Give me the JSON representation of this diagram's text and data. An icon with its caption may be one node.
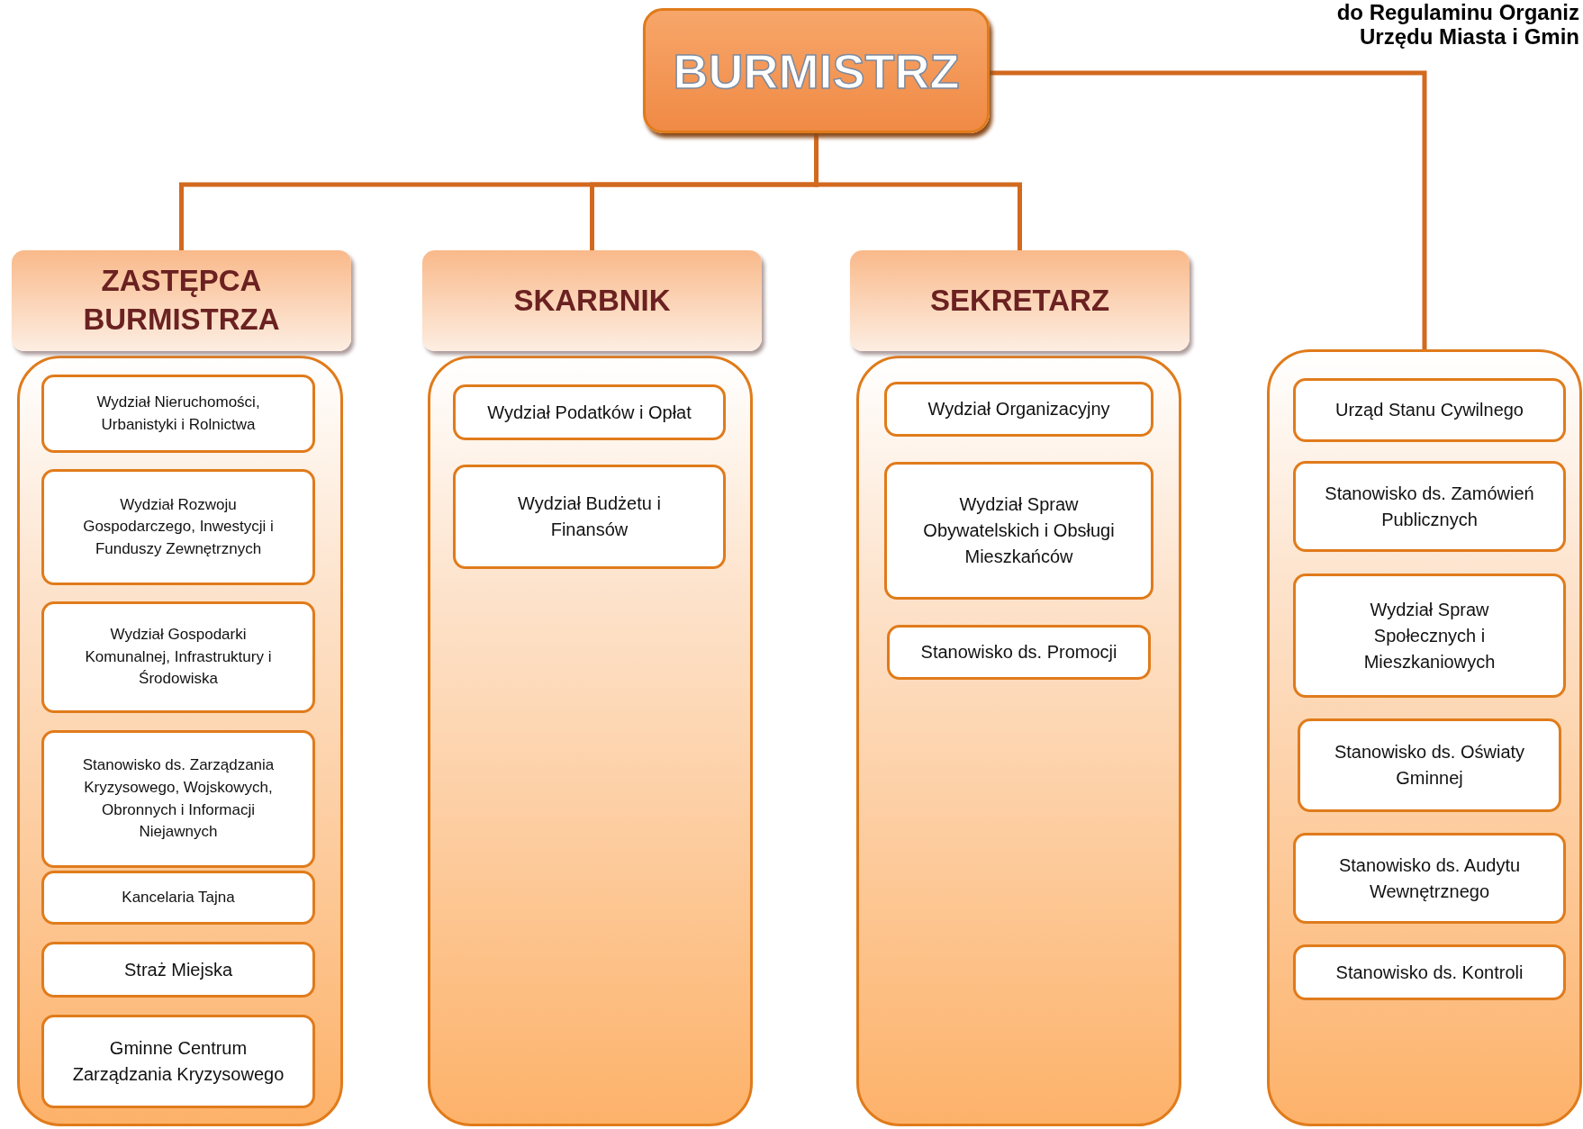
{
  "diagram": {
    "nodes": [
      {
        "text": [
          "BURMISTRZ"
        ]
      },
      {
        "text": [
          "ZASTĘPCA BURMISTRZA"
        ]
      },
      {
        "text": [],
        "shape": "box"
      },
      {
        "text": [
          "Wydział Nieruchomości, Urbanistyki i Rolnictwa"
        ],
        "in": 2
      },
      {
        "text": [
          "Wydział Rozwoju Gospodarczego, Inwestycji i Funduszy Zewnętrznych"
        ],
        "in": 2
      },
      {
        "text": [
          "Wydział Gospodarki Komunalnej, Infrastruktury i Środowiska"
        ],
        "in": 2
      },
      {
        "text": [
          "Stanowisko ds. Zarządzania Kryzysowego, Wojskowych, Obronnych i Informacji Niejawnych"
        ],
        "in": 2
      },
      {
        "text": [
          "Kancelaria Tajna"
        ],
        "in": 2
      },
      {
        "text": [
          "Straż Miejska"
        ],
        "in": 2
      },
      {
        "text": [
          "Gminne Centrum Zarządzania Kryzysowego"
        ],
        "in": 2
      },
      {
        "text": [
          "SKARBNIK"
        ]
      },
      {
        "text": [],
        "shape": "box"
      },
      {
        "text": [
          "Wydział Podatków i Opłat"
        ],
        "in": 11
      },
      {
        "text": [
          "Wydział Budżetu i Finansów"
        ],
        "in": 11
      },
      {
        "text": [
          "SEKRETARZ"
        ]
      },
      {
        "text": [],
        "shape": "box"
      },
      {
        "text": [
          "Wydział Organizacyjny"
        ],
        "in": 15
      },
      {
        "text": [
          "Wydział Spraw Obywatelskich i Obsługi Mieszkańców"
        ],
        "in": 15
      },
      {
        "text": [
          "Stanowisko ds. Promocji"
        ],
        "in": 15
      },
      {
        "text": [],
        "shape": "box"
      },
      {
        "text": [
          "Urząd Stanu Cywilnego"
        ],
        "in": 19
      },
      {
        "text": [
          "Stanowisko ds. Zamówień Publicznych"
        ],
        "in": 19
      },
      {
        "text": [
          "Wydział Spraw Społecznych i Mieszkaniowych"
        ],
        "in": 19
      },
      {
        "text": [
          "Stanowisko ds. Oświaty Gminnej"
        ],
        "in": 19
      },
      {
        "text": [
          "Stanowisko ds. Audytu Wewnętrznego"
        ],
        "in": 19
      },
      {
        "text": [
          "Stanowisko ds. Kontroli"
        ],
        "in": 19
      }
    ],
    "edges": [
      {
        "from": 0,
        "to": 1,
        "arrow": "none"
      },
      {
        "from": 0,
        "to": 10,
        "arrow": "none"
      },
      {
        "from": 0,
        "to": 14,
        "arrow": "none"
      },
      {
        "from": 0,
        "to": 19,
        "arrow": "none"
      }
    ],
    "labels": [
      "do Regulaminu Organiz",
      "Urzędu Miasta i Gmin"
    ]
  }
}
